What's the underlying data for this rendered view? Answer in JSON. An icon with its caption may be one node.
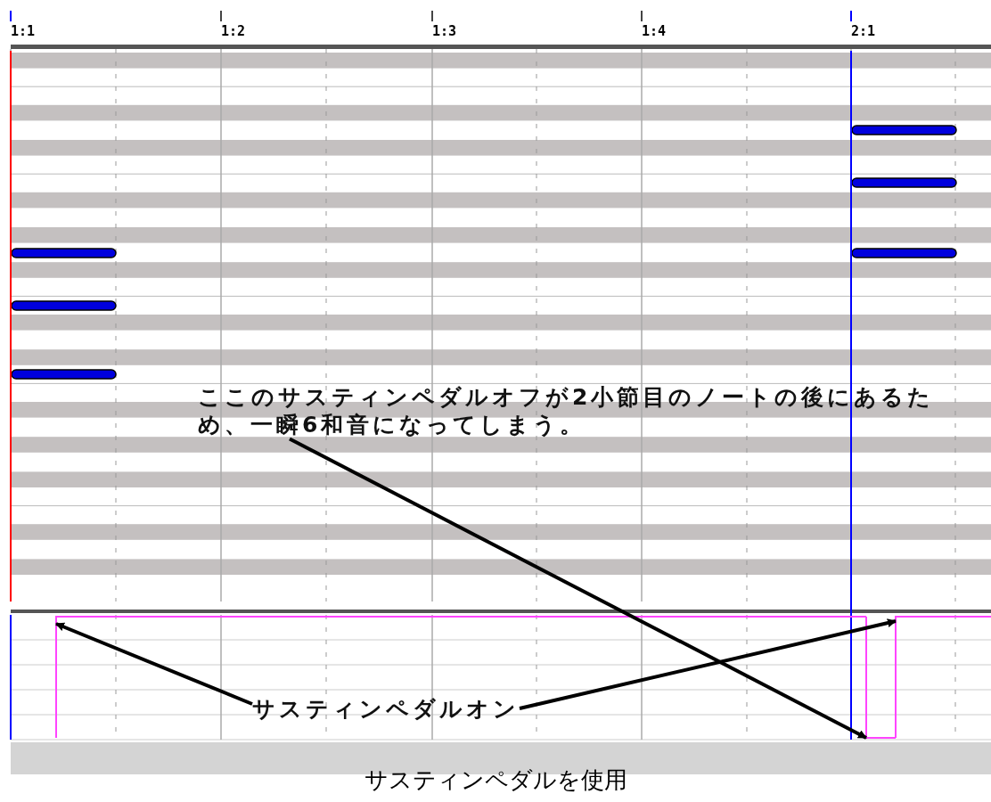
{
  "diagram": {
    "caption": "サスティンペダルを使用",
    "nodes": [
      {
        "text": [
          "ここのサスティンペダルオフが2小節目のノートの後にあるため、一瞬6和音になってしまう。"
        ]
      },
      {
        "text": [
          "サスティンペダルオン"
        ]
      },
      {
        "text": [],
        "shape": "line"
      },
      {
        "text": [],
        "shape": "line"
      },
      {
        "text": [],
        "shape": "line"
      }
    ],
    "edges": [
      {
        "from": 0,
        "to": 3,
        "arrow": "to"
      },
      {
        "from": 1,
        "to": 2,
        "arrow": "to"
      },
      {
        "from": 1,
        "to": 4,
        "arrow": "to"
      }
    ],
    "labels": [
      "1:1",
      "1:2",
      "1:3",
      "1:4",
      "2:1"
    ]
  }
}
